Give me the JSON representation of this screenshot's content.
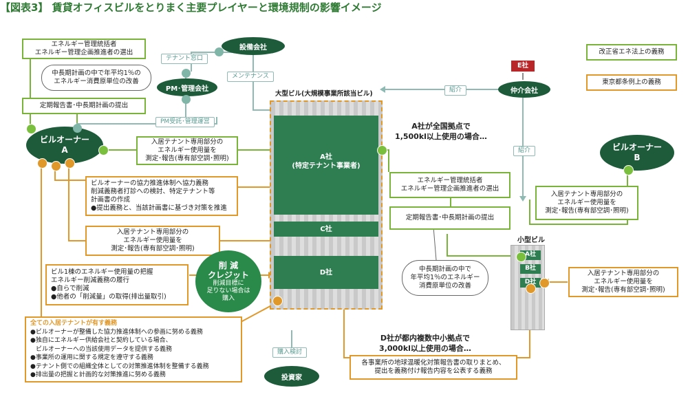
{
  "title": "【図表3】 賃貸オフィスビルをとりまく主要プレイヤーと環境規制の影響イメージ",
  "legend": {
    "green": "改正省エネ法上の義務",
    "orange": "東京都条例上の義務"
  },
  "actors": {
    "setsubi": "設備会社",
    "pm": "PM･管理会社",
    "owner_a_line1": "ビルオーナー",
    "owner_a_line2": "A",
    "owner_b_line1": "ビルオーナー",
    "owner_b_line2": "B",
    "chukai": "仲介会社",
    "e_company": "E社",
    "investor": "投資家"
  },
  "pills": {
    "tenant_window": "テナント窓口",
    "maintenance": "メンテナンス",
    "pm_contract": "PM受託･管理運営",
    "intro1": "紹介",
    "intro2": "紹介",
    "purchase": "購入検討"
  },
  "boxes": {
    "manager_line1": "エネルギー管理統括者",
    "manager_line2": "エネルギー管理企画推進者の選出",
    "bubble_top_line1": "中長期計画の中で年平均1％の",
    "bubble_top_line2": "エネルギー消費原単位の改善",
    "report_top": "定期報告書･中長期計画の提出",
    "tenant_report_line1": "入居テナント専用部分の",
    "tenant_report_line2": "エネルギー使用量を",
    "tenant_report_line3": "測定･報告(専有部空調･照明)",
    "owner_coop_line1": "ビルオーナーの協力推進体制へ協力義務",
    "owner_coop_line2": "削減義務者打診への検討、特定テナント等",
    "owner_coop_line3": "計画書の作成",
    "owner_coop_line4": "●提出義務と、当該計画書に基づき対策を推進",
    "tenant_report2_line1": "入居テナント専用部分の",
    "tenant_report2_line2": "エネルギー使用量を",
    "tenant_report2_line3": "測定･報告(専有部空調･照明)",
    "building_line1": "ビル1棟のエネルギー使用量の把握",
    "building_line2": "エネルギー削減義務の履行",
    "building_line3": "●自らで削減",
    "building_line4": "●他者の「削減量」の取得(排出量取引)",
    "all_tenants_head": "全ての入居テナントが有す義務",
    "all_tenants_1": "●ビルオーナーが整備した協力推進体制への参画に努める義務",
    "all_tenants_2": "●独自にエネルギー供給会社と契約している場合、",
    "all_tenants_3": "ビルオーナーへの当該使用データを提供する義務",
    "all_tenants_4": "●事業所の運用に関する規定を遵守する義務",
    "all_tenants_5": "●テナント側での組織全体としての対策推進体制を整備する義務",
    "all_tenants_6": "●排出量の把握と計画的な対策推進に努める義務",
    "mid_manager_line1": "エネルギー管理統括者",
    "mid_manager_line2": "エネルギー管理企画推進者の選出",
    "mid_report": "定期報告書･中長期計画の提出",
    "bubble_mid_line1": "中長期計画の中で",
    "bubble_mid_line2": "年平均1％のエネルギー",
    "bubble_mid_line3": "消費原単位の改善",
    "owner_b_report_line1": "入居テナント専用部分の",
    "owner_b_report_line2": "エネルギー使用量を",
    "owner_b_report_line3": "測定･報告(専有部空調･照明)",
    "small_report_line1": "入居テナント専用部分の",
    "small_report_line2": "エネルギー使用量を",
    "small_report_line3": "測定･報告(専有部空調･照明)",
    "bottom_report_line1": "各事業所の地球温暖化対策報告書の取りまとめ、",
    "bottom_report_line2": "提出を義務付け報告内容を公表する義務"
  },
  "credit": {
    "line1": "削 減",
    "line2": "クレジット",
    "line3": "削減目標に",
    "line4": "足りない場合は",
    "line5": "購入"
  },
  "large_building": {
    "label": "大型ビル(大規模事業所該当ビル)",
    "a_line1": "A社",
    "a_line2": "(特定テナント事業者)",
    "c": "C社",
    "d": "D社"
  },
  "small_building": {
    "label": "小型ビル",
    "a": "A社",
    "b": "B社",
    "d": "D社"
  },
  "notes": {
    "a_note_line1": "A社が全国拠点で",
    "a_note_line2": "1,500kl以上使用の場合…",
    "d_note_line1": "D社が都内複数中小拠点で",
    "d_note_line2": "3,000kl以上使用の場合…"
  },
  "colors": {
    "green": "#79b33a",
    "orange": "#e0982a",
    "dark_green": "#1d5b3a",
    "teal": "#8fb9b3",
    "e_company": "#b8262a",
    "title": "#2f7b34"
  }
}
